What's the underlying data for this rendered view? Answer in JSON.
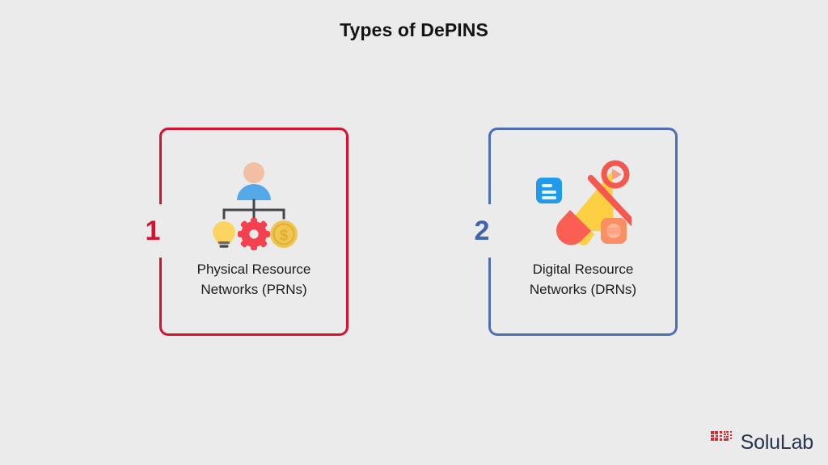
{
  "page": {
    "title": "Types of DePINS",
    "background_color": "#ebebeb"
  },
  "cards": [
    {
      "number": "1",
      "label_line_1": "Physical Resource",
      "label_line_2": "Networks (PRNs)",
      "accent_color": "#d81130",
      "number_color": "#d81130",
      "icon_name": "person-hierarchy-resources-icon",
      "icon_parts": [
        "person",
        "tree-connector",
        "lightbulb",
        "gear",
        "dollar-coin"
      ]
    },
    {
      "number": "2",
      "label_line_1": "Digital Resource",
      "label_line_2": "Networks (DRNs)",
      "accent_color": "#4a6fb5",
      "number_color": "#3f63ad",
      "icon_name": "megaphone-media-icon",
      "icon_parts": [
        "megaphone",
        "document",
        "play-button",
        "image-tile"
      ]
    }
  ],
  "footer": {
    "brand_name": "SoluLab",
    "brand_mark_color": "#d62a32",
    "brand_text_color": "#27344d"
  }
}
